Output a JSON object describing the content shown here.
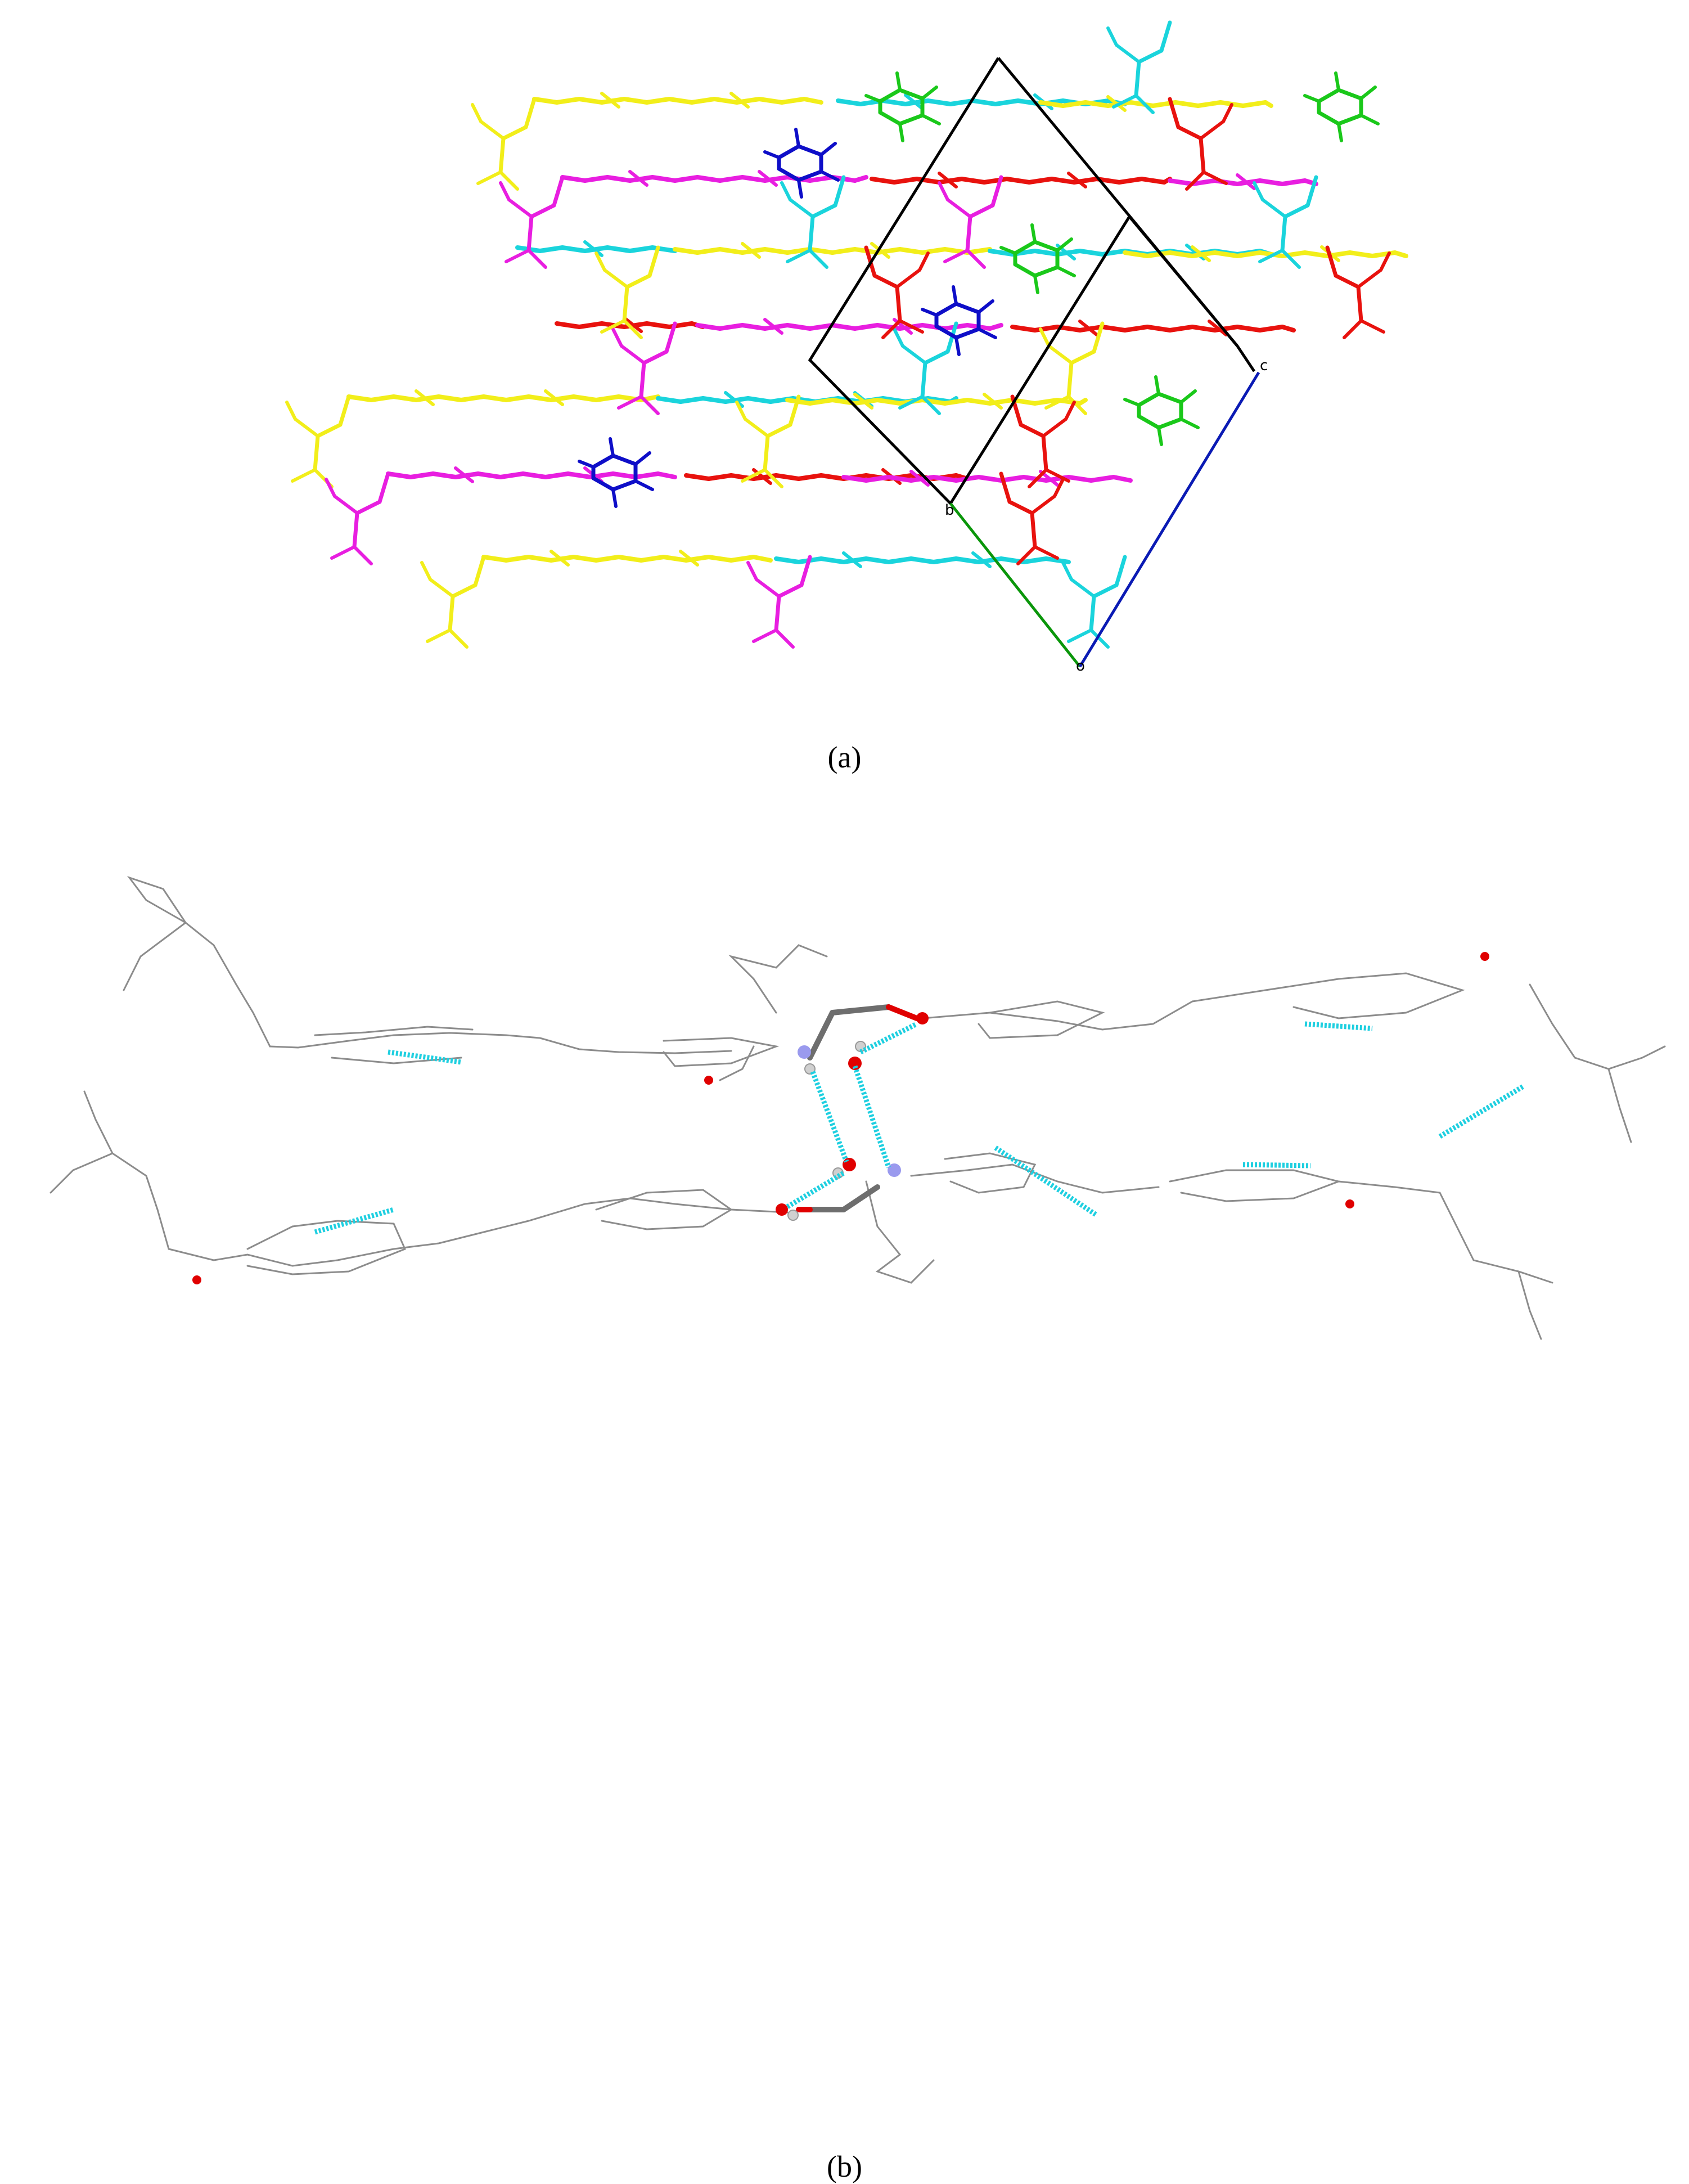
{
  "figure": {
    "panel_a": {
      "caption": "(a)",
      "axis_labels": {
        "origin": "o",
        "b": "b",
        "c": "c"
      },
      "colors": {
        "yellow": "#f2ee1a",
        "magenta": "#e81ee0",
        "cyan": "#1ad4dc",
        "red": "#e8120e",
        "green": "#1ac81a",
        "blue": "#0e0ec8",
        "cell": "#000000",
        "b_axis": "#0a960a",
        "c_axis": "#0a1ab4"
      }
    },
    "panel_b": {
      "caption": "(b)",
      "colors": {
        "bond": "#8c8c8c",
        "oxygen": "#e00000",
        "nitrogen": "#9a9aee",
        "hydrogen": "#d0d0d0",
        "hbond": "#1ecfe0",
        "dark_bond": "#6e6e6e"
      }
    }
  }
}
